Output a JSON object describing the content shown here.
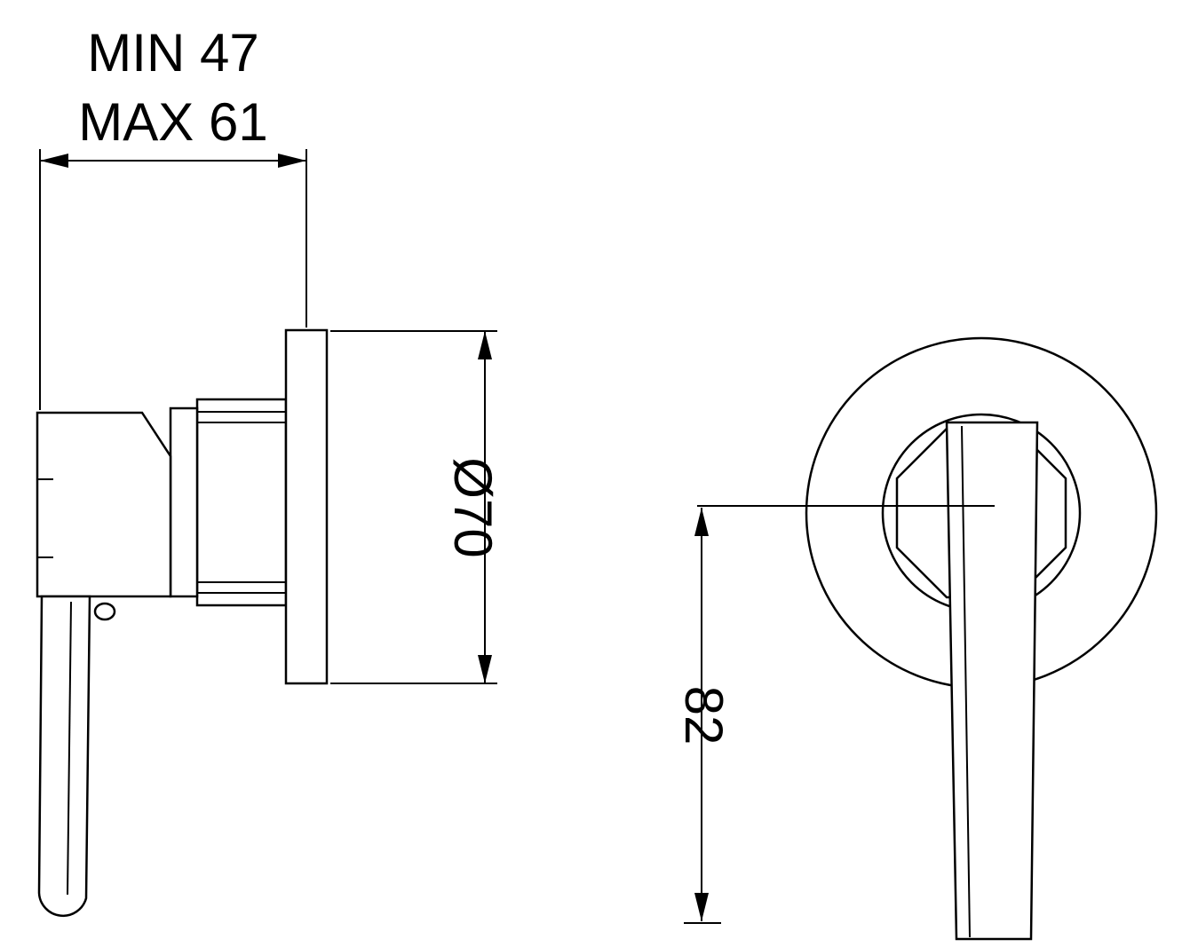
{
  "drawing": {
    "background": "#ffffff",
    "line_color": "#000000",
    "dimensions": {
      "depth_min_label": "MIN 47",
      "depth_max_label": "MAX 61",
      "diameter_label": "Ø70",
      "handle_length_label": "82"
    }
  }
}
